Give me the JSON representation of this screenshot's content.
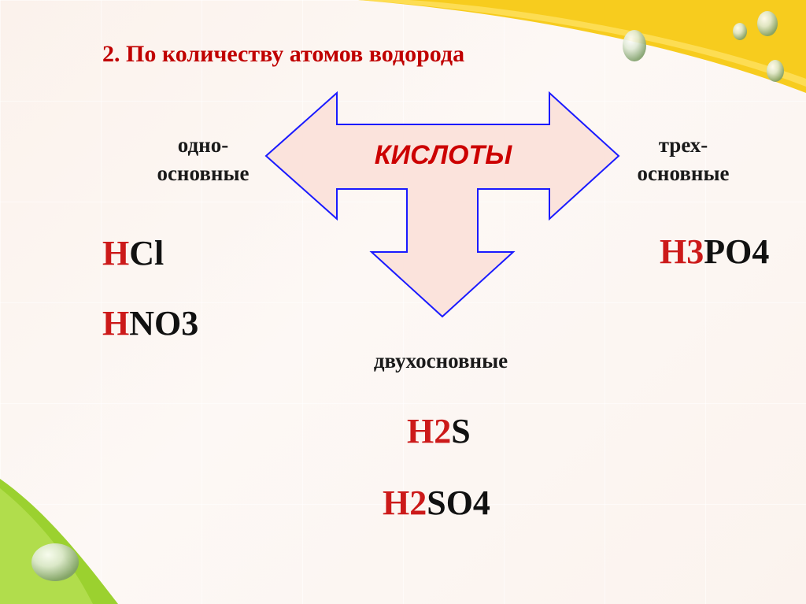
{
  "title": "2. По количеству атомов водорода",
  "center_label": "КИСЛОТЫ",
  "left": {
    "label_line1": "одно-",
    "label_line2": "основные",
    "formulas": [
      {
        "h": "H",
        "rest": "Cl"
      },
      {
        "h": "H",
        "rest": "NO3"
      }
    ]
  },
  "right": {
    "label_line1": "трех-",
    "label_line2": "основные",
    "formulas": [
      {
        "h": "H3",
        "rest": "PO4"
      }
    ]
  },
  "bottom": {
    "label": "двухосновные",
    "formulas": [
      {
        "h": "H2",
        "rest": "S"
      },
      {
        "h": "H2",
        "rest": "SO4"
      }
    ]
  },
  "colors": {
    "accent_red": "#cc0000",
    "arrow_fill": "#fbe3dc",
    "arrow_stroke": "#1a1aff",
    "swoosh_yellow": "#f7cc1e",
    "swoosh_green": "#9bd12f"
  }
}
